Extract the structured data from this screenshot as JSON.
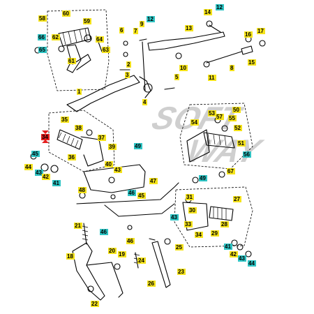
{
  "watermark": {
    "line1": "SOFT",
    "line2": "WAY"
  },
  "colors": {
    "yellow": "#f5e31a",
    "cyan": "#2ec4c4",
    "red": "#e51e1e",
    "ink": "#000000",
    "watermark": "#cfcfcf"
  },
  "parts": [
    {
      "id": "p58",
      "text": "58",
      "color": "yellow"
    },
    {
      "id": "p60",
      "text": "60",
      "color": "yellow"
    },
    {
      "id": "p59",
      "text": "59",
      "color": "yellow"
    },
    {
      "id": "p66",
      "text": "66",
      "color": "cyan"
    },
    {
      "id": "p62",
      "text": "62",
      "color": "yellow"
    },
    {
      "id": "p64",
      "text": "64",
      "color": "yellow"
    },
    {
      "id": "p65",
      "text": "65",
      "color": "cyan"
    },
    {
      "id": "p63",
      "text": "63",
      "color": "yellow"
    },
    {
      "id": "p61",
      "text": "61",
      "color": "yellow"
    },
    {
      "id": "p6",
      "text": "6",
      "color": "yellow"
    },
    {
      "id": "p7",
      "text": "7",
      "color": "yellow"
    },
    {
      "id": "p9",
      "text": "9",
      "color": "yellow"
    },
    {
      "id": "p12a",
      "text": "12",
      "color": "cyan"
    },
    {
      "id": "p14",
      "text": "14",
      "color": "yellow"
    },
    {
      "id": "p12b",
      "text": "12",
      "color": "cyan"
    },
    {
      "id": "p13",
      "text": "13",
      "color": "yellow"
    },
    {
      "id": "p16",
      "text": "16",
      "color": "yellow"
    },
    {
      "id": "p17",
      "text": "17",
      "color": "yellow"
    },
    {
      "id": "p2",
      "text": "2",
      "color": "yellow"
    },
    {
      "id": "p3",
      "text": "3",
      "color": "yellow"
    },
    {
      "id": "p10",
      "text": "10",
      "color": "yellow"
    },
    {
      "id": "p8",
      "text": "8",
      "color": "yellow"
    },
    {
      "id": "p15",
      "text": "15",
      "color": "yellow"
    },
    {
      "id": "p11",
      "text": "11",
      "color": "yellow"
    },
    {
      "id": "p1",
      "text": "1",
      "color": "yellow"
    },
    {
      "id": "p5",
      "text": "5",
      "color": "yellow"
    },
    {
      "id": "p4",
      "text": "4",
      "color": "yellow"
    },
    {
      "id": "p50",
      "text": "50",
      "color": "yellow"
    },
    {
      "id": "p53",
      "text": "53",
      "color": "yellow"
    },
    {
      "id": "p57",
      "text": "57",
      "color": "yellow"
    },
    {
      "id": "p55",
      "text": "55",
      "color": "yellow"
    },
    {
      "id": "p54",
      "text": "54",
      "color": "yellow"
    },
    {
      "id": "p52",
      "text": "52",
      "color": "yellow"
    },
    {
      "id": "p51",
      "text": "51",
      "color": "yellow"
    },
    {
      "id": "p56",
      "text": "56",
      "color": "cyan"
    },
    {
      "id": "p35",
      "text": "35",
      "color": "yellow"
    },
    {
      "id": "p38",
      "text": "38",
      "color": "yellow"
    },
    {
      "id": "p37",
      "text": "37",
      "color": "yellow"
    },
    {
      "id": "p34a",
      "text": "34",
      "color": "red"
    },
    {
      "id": "p39",
      "text": "39",
      "color": "yellow"
    },
    {
      "id": "p40",
      "text": "40",
      "color": "yellow"
    },
    {
      "id": "p36",
      "text": "36",
      "color": "yellow"
    },
    {
      "id": "p45a",
      "text": "45",
      "color": "cyan"
    },
    {
      "id": "p44a",
      "text": "44",
      "color": "yellow"
    },
    {
      "id": "p43a",
      "text": "43",
      "color": "cyan"
    },
    {
      "id": "p42a",
      "text": "42",
      "color": "yellow"
    },
    {
      "id": "p41a",
      "text": "41",
      "color": "cyan"
    },
    {
      "id": "p43b",
      "text": "43",
      "color": "yellow"
    },
    {
      "id": "p49a",
      "text": "49",
      "color": "cyan"
    },
    {
      "id": "p67",
      "text": "67",
      "color": "yellow"
    },
    {
      "id": "p47",
      "text": "47",
      "color": "yellow"
    },
    {
      "id": "p49b",
      "text": "49",
      "color": "cyan"
    },
    {
      "id": "p48",
      "text": "48",
      "color": "yellow"
    },
    {
      "id": "p46a",
      "text": "46",
      "color": "cyan"
    },
    {
      "id": "p45b",
      "text": "45",
      "color": "yellow"
    },
    {
      "id": "p27",
      "text": "27",
      "color": "yellow"
    },
    {
      "id": "p31",
      "text": "31",
      "color": "yellow"
    },
    {
      "id": "p30",
      "text": "30",
      "color": "yellow"
    },
    {
      "id": "p43c",
      "text": "43",
      "color": "cyan"
    },
    {
      "id": "p33",
      "text": "33",
      "color": "yellow"
    },
    {
      "id": "p34b",
      "text": "34",
      "color": "yellow"
    },
    {
      "id": "p29",
      "text": "29",
      "color": "yellow"
    },
    {
      "id": "p28",
      "text": "28",
      "color": "yellow"
    },
    {
      "id": "p21",
      "text": "21",
      "color": "yellow"
    },
    {
      "id": "p46b",
      "text": "46",
      "color": "cyan"
    },
    {
      "id": "p46c",
      "text": "46",
      "color": "yellow"
    },
    {
      "id": "p20",
      "text": "20",
      "color": "yellow"
    },
    {
      "id": "p19",
      "text": "19",
      "color": "yellow"
    },
    {
      "id": "p24",
      "text": "24",
      "color": "yellow"
    },
    {
      "id": "p25",
      "text": "25",
      "color": "yellow"
    },
    {
      "id": "p18",
      "text": "18",
      "color": "yellow"
    },
    {
      "id": "p23",
      "text": "23",
      "color": "yellow"
    },
    {
      "id": "p26",
      "text": "26",
      "color": "yellow"
    },
    {
      "id": "p22",
      "text": "22",
      "color": "yellow"
    },
    {
      "id": "p41b",
      "text": "41",
      "color": "cyan"
    },
    {
      "id": "p42b",
      "text": "42",
      "color": "yellow"
    },
    {
      "id": "p43d",
      "text": "43",
      "color": "cyan"
    },
    {
      "id": "p44b",
      "text": "44",
      "color": "cyan"
    }
  ]
}
